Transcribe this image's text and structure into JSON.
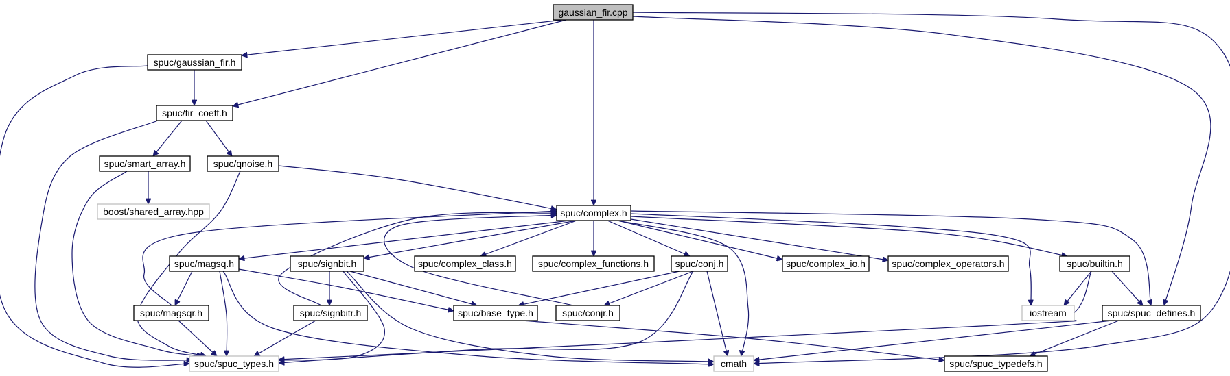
{
  "graph": {
    "colors": {
      "edge": "#191970",
      "node_border": "#000000",
      "external_border": "#bfbfbf",
      "root_fill": "#bfbfbf",
      "fill": "#ffffff"
    },
    "nodes": [
      {
        "id": "gaussian_fir_cpp",
        "label": "gaussian_fir.cpp",
        "kind": "root"
      },
      {
        "id": "gaussian_fir_h",
        "label": "spuc/gaussian_fir.h",
        "kind": "file"
      },
      {
        "id": "fir_coeff_h",
        "label": "spuc/fir_coeff.h",
        "kind": "file"
      },
      {
        "id": "smart_array_h",
        "label": "spuc/smart_array.h",
        "kind": "file"
      },
      {
        "id": "qnoise_h",
        "label": "spuc/qnoise.h",
        "kind": "file"
      },
      {
        "id": "shared_array_hpp",
        "label": "boost/shared_array.hpp",
        "kind": "external"
      },
      {
        "id": "complex_h",
        "label": "spuc/complex.h",
        "kind": "file"
      },
      {
        "id": "magsq_h",
        "label": "spuc/magsq.h",
        "kind": "file"
      },
      {
        "id": "signbit_h",
        "label": "spuc/signbit.h",
        "kind": "file"
      },
      {
        "id": "complex_class_h",
        "label": "spuc/complex_class.h",
        "kind": "file"
      },
      {
        "id": "complex_functions_h",
        "label": "spuc/complex_functions.h",
        "kind": "file"
      },
      {
        "id": "conj_h",
        "label": "spuc/conj.h",
        "kind": "file"
      },
      {
        "id": "complex_io_h",
        "label": "spuc/complex_io.h",
        "kind": "file"
      },
      {
        "id": "complex_operators_h",
        "label": "spuc/complex_operators.h",
        "kind": "file"
      },
      {
        "id": "builtin_h",
        "label": "spuc/builtin.h",
        "kind": "file"
      },
      {
        "id": "magsqr_h",
        "label": "spuc/magsqr.h",
        "kind": "file"
      },
      {
        "id": "signbitr_h",
        "label": "spuc/signbitr.h",
        "kind": "file"
      },
      {
        "id": "base_type_h",
        "label": "spuc/base_type.h",
        "kind": "file"
      },
      {
        "id": "conjr_h",
        "label": "spuc/conjr.h",
        "kind": "file"
      },
      {
        "id": "iostream",
        "label": "iostream",
        "kind": "external"
      },
      {
        "id": "spuc_defines_h",
        "label": "spuc/spuc_defines.h",
        "kind": "file"
      },
      {
        "id": "spuc_types_h",
        "label": "spuc/spuc_types.h",
        "kind": "external"
      },
      {
        "id": "cmath",
        "label": "cmath",
        "kind": "external"
      },
      {
        "id": "spuc_typedefs_h",
        "label": "spuc/spuc_typedefs.h",
        "kind": "file"
      }
    ],
    "edges": [
      {
        "from": "gaussian_fir_cpp",
        "to": "gaussian_fir_h"
      },
      {
        "from": "gaussian_fir_cpp",
        "to": "fir_coeff_h"
      },
      {
        "from": "gaussian_fir_cpp",
        "to": "complex_h"
      },
      {
        "from": "gaussian_fir_cpp",
        "to": "spuc_defines_h"
      },
      {
        "from": "gaussian_fir_cpp",
        "to": "cmath"
      },
      {
        "from": "gaussian_fir_h",
        "to": "fir_coeff_h"
      },
      {
        "from": "gaussian_fir_h",
        "to": "spuc_types_h"
      },
      {
        "from": "fir_coeff_h",
        "to": "smart_array_h"
      },
      {
        "from": "fir_coeff_h",
        "to": "qnoise_h"
      },
      {
        "from": "fir_coeff_h",
        "to": "spuc_types_h"
      },
      {
        "from": "smart_array_h",
        "to": "shared_array_hpp"
      },
      {
        "from": "smart_array_h",
        "to": "spuc_types_h"
      },
      {
        "from": "qnoise_h",
        "to": "complex_h"
      },
      {
        "from": "qnoise_h",
        "to": "spuc_types_h"
      },
      {
        "from": "complex_h",
        "to": "magsq_h"
      },
      {
        "from": "complex_h",
        "to": "signbit_h"
      },
      {
        "from": "complex_h",
        "to": "complex_class_h"
      },
      {
        "from": "complex_h",
        "to": "complex_functions_h"
      },
      {
        "from": "complex_h",
        "to": "conj_h"
      },
      {
        "from": "complex_h",
        "to": "complex_io_h"
      },
      {
        "from": "complex_h",
        "to": "complex_operators_h"
      },
      {
        "from": "complex_h",
        "to": "builtin_h"
      },
      {
        "from": "complex_h",
        "to": "iostream"
      },
      {
        "from": "complex_h",
        "to": "spuc_defines_h"
      },
      {
        "from": "complex_h",
        "to": "cmath"
      },
      {
        "from": "magsq_h",
        "to": "magsqr_h"
      },
      {
        "from": "magsq_h",
        "to": "base_type_h"
      },
      {
        "from": "magsq_h",
        "to": "spuc_types_h"
      },
      {
        "from": "magsq_h",
        "to": "cmath"
      },
      {
        "from": "magsqr_h",
        "to": "complex_h"
      },
      {
        "from": "magsqr_h",
        "to": "spuc_types_h"
      },
      {
        "from": "signbit_h",
        "to": "signbitr_h"
      },
      {
        "from": "signbit_h",
        "to": "base_type_h"
      },
      {
        "from": "signbit_h",
        "to": "spuc_types_h"
      },
      {
        "from": "signbit_h",
        "to": "cmath"
      },
      {
        "from": "signbitr_h",
        "to": "complex_h"
      },
      {
        "from": "signbitr_h",
        "to": "spuc_types_h"
      },
      {
        "from": "conj_h",
        "to": "base_type_h"
      },
      {
        "from": "conj_h",
        "to": "conjr_h"
      },
      {
        "from": "conj_h",
        "to": "spuc_types_h"
      },
      {
        "from": "conj_h",
        "to": "cmath"
      },
      {
        "from": "conjr_h",
        "to": "complex_h"
      },
      {
        "from": "base_type_h",
        "to": "spuc_typedefs_h"
      },
      {
        "from": "builtin_h",
        "to": "iostream"
      },
      {
        "from": "builtin_h",
        "to": "spuc_defines_h"
      },
      {
        "from": "builtin_h",
        "to": "spuc_types_h"
      },
      {
        "from": "spuc_defines_h",
        "to": "spuc_typedefs_h"
      },
      {
        "from": "spuc_defines_h",
        "to": "cmath"
      }
    ]
  }
}
